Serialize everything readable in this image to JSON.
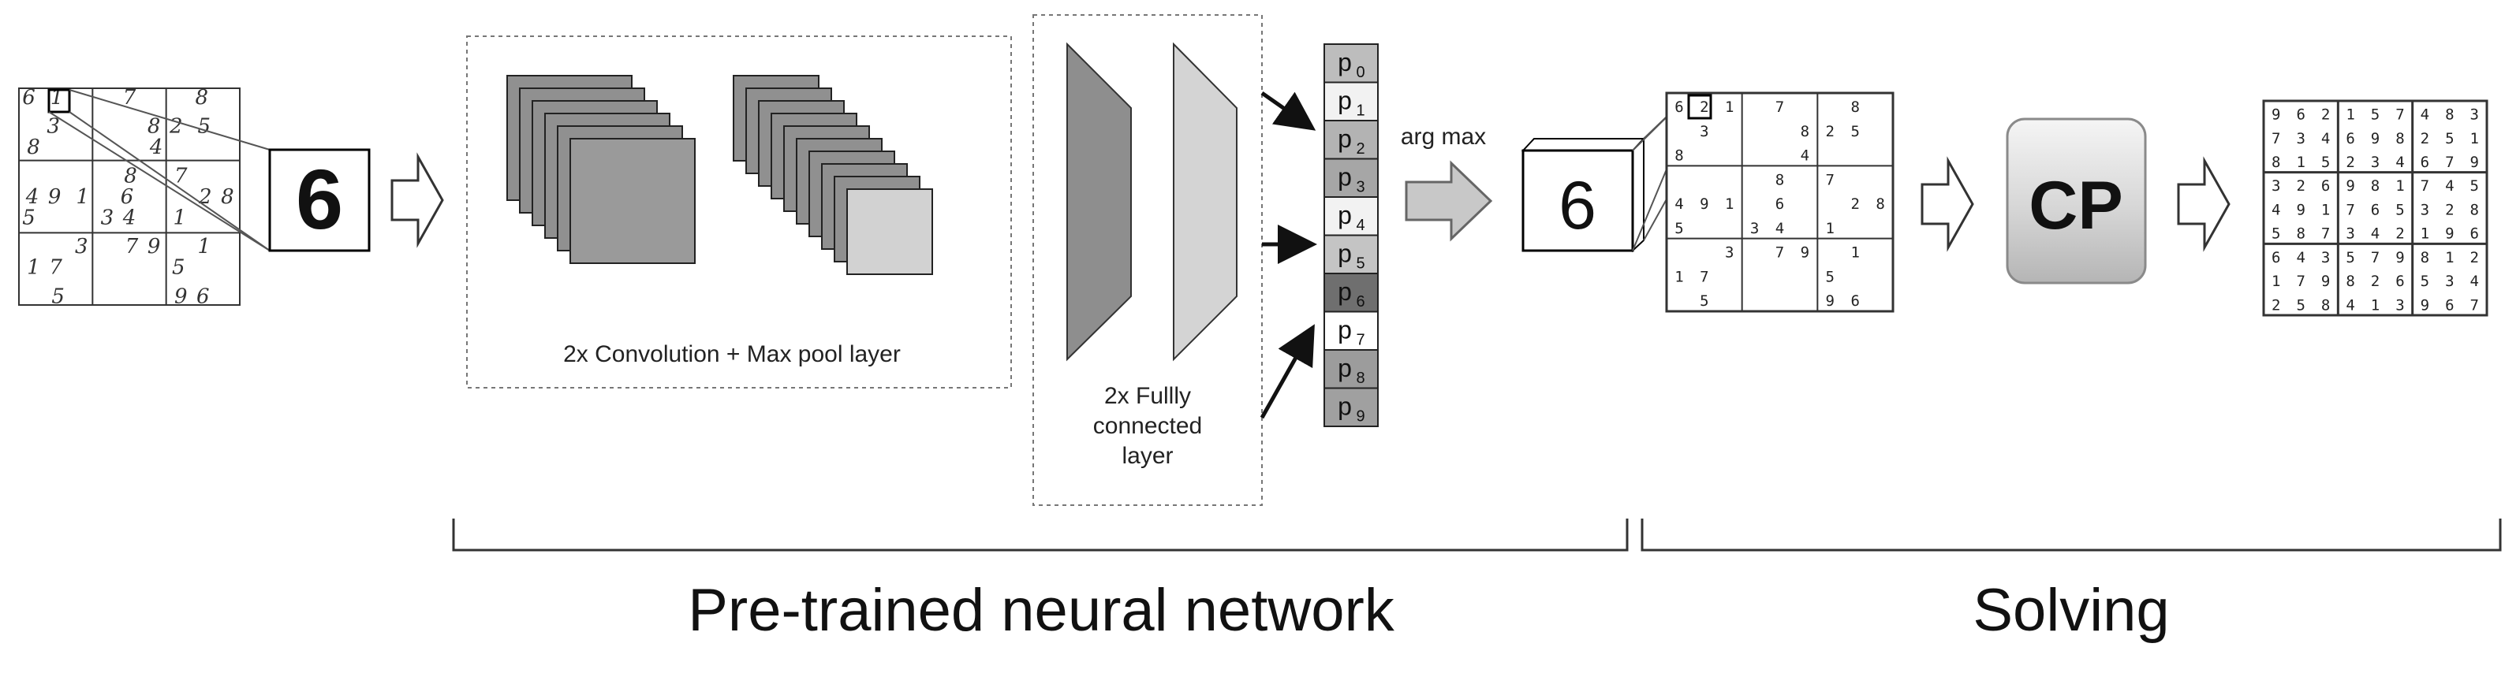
{
  "conv_label": "2x Convolution + Max pool layer",
  "fc_label": [
    "2x Fullly",
    "connected",
    "layer"
  ],
  "argmax_label": "arg max",
  "predicted_digit": "6",
  "cp_label": "CP",
  "section_network": "Pre-trained neural network",
  "section_solving": "Solving",
  "probabilities": {
    "base": "p",
    "labels": [
      "0",
      "1",
      "2",
      "3",
      "4",
      "5",
      "6",
      "7",
      "8",
      "9"
    ],
    "fills": [
      "#bdbdbd",
      "#f2f2f2",
      "#b3b3b3",
      "#a6a6a6",
      "#f2f2f2",
      "#c4c4c4",
      "#6f6f6f",
      "#ffffff",
      "#9c9c9c",
      "#a0a0a0"
    ]
  },
  "handwritten_puzzle": {
    "cells": [
      [
        "6",
        "1",
        "",
        "",
        "7",
        "",
        "",
        "8",
        ""
      ],
      [
        "",
        "3",
        "",
        "",
        "",
        "8",
        "2",
        "5",
        ""
      ],
      [
        "8",
        "",
        "",
        "",
        "",
        "4",
        "",
        "",
        ""
      ],
      [
        "",
        "",
        "",
        "",
        "8",
        "",
        "7",
        "",
        ""
      ],
      [
        "4",
        "9",
        "1",
        "",
        "6",
        "",
        "",
        "2",
        "8"
      ],
      [
        "5",
        "",
        "",
        "3",
        "4",
        "",
        "1",
        "",
        ""
      ],
      [
        "",
        "",
        "3",
        "",
        "7",
        "9",
        "",
        "1",
        ""
      ],
      [
        "1",
        "7",
        "",
        "",
        "",
        "",
        "5",
        "",
        ""
      ],
      [
        "",
        "5",
        "",
        "",
        "",
        "",
        "9",
        "6",
        ""
      ]
    ]
  },
  "recognized_grid": {
    "cells": [
      [
        "6",
        "2",
        "1",
        "",
        "7",
        "",
        "",
        "8",
        ""
      ],
      [
        "",
        "3",
        "",
        "",
        "",
        "8",
        "2",
        "5",
        ""
      ],
      [
        "8",
        "",
        "",
        "",
        "",
        "4",
        "",
        "",
        ""
      ],
      [
        "",
        "",
        "",
        "",
        "8",
        "",
        "7",
        "",
        ""
      ],
      [
        "4",
        "9",
        "1",
        "",
        "6",
        "",
        "",
        "2",
        "8"
      ],
      [
        "5",
        "",
        "",
        "3",
        "4",
        "",
        "1",
        "",
        ""
      ],
      [
        "",
        "",
        "3",
        "",
        "7",
        "9",
        "",
        "1",
        ""
      ],
      [
        "1",
        "7",
        "",
        "",
        "",
        "",
        "5",
        "",
        ""
      ],
      [
        "",
        "5",
        "",
        "",
        "",
        "",
        "9",
        "6",
        ""
      ]
    ]
  },
  "solution_grid": {
    "cells": [
      [
        "9",
        "6",
        "2",
        "1",
        "5",
        "7",
        "4",
        "8",
        "3"
      ],
      [
        "7",
        "3",
        "4",
        "6",
        "9",
        "8",
        "2",
        "5",
        "1"
      ],
      [
        "8",
        "1",
        "5",
        "2",
        "3",
        "4",
        "6",
        "7",
        "9"
      ],
      [
        "3",
        "2",
        "6",
        "9",
        "8",
        "1",
        "7",
        "4",
        "5"
      ],
      [
        "4",
        "9",
        "1",
        "7",
        "6",
        "5",
        "3",
        "2",
        "8"
      ],
      [
        "5",
        "8",
        "7",
        "3",
        "4",
        "2",
        "1",
        "9",
        "6"
      ],
      [
        "6",
        "4",
        "3",
        "5",
        "7",
        "9",
        "8",
        "1",
        "2"
      ],
      [
        "1",
        "7",
        "9",
        "8",
        "2",
        "6",
        "5",
        "3",
        "4"
      ],
      [
        "2",
        "5",
        "8",
        "4",
        "1",
        "3",
        "9",
        "6",
        "7"
      ]
    ]
  }
}
